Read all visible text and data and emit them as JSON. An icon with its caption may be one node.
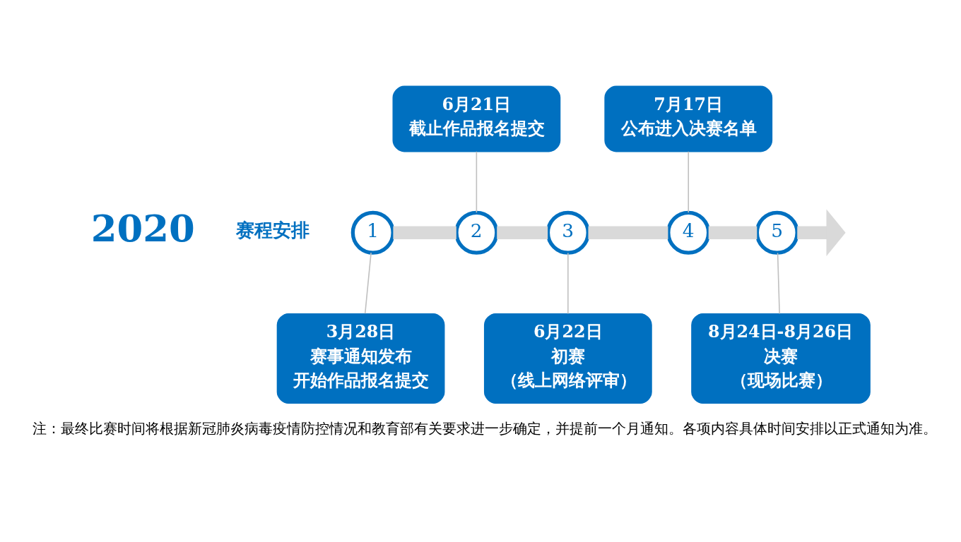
{
  "diagram": {
    "caption": "注：最终比赛时间将根据新冠肺炎病毒疫情防控情况和教育部有关要求进一步确定，并提前一个月通知。各项内容具体时间安排以正式通知为准。",
    "nodes": [
      {
        "text": [
          "1"
        ]
      },
      {
        "text": [
          "2"
        ]
      },
      {
        "text": [
          "3"
        ]
      },
      {
        "text": [
          "4"
        ]
      },
      {
        "text": [
          "5"
        ]
      },
      {
        "text": [
          "3月28日",
          "赛事通知发布",
          "开始作品报名提交"
        ]
      },
      {
        "text": [
          "6月21日",
          "截止作品报名提交"
        ]
      },
      {
        "text": [
          "6月22日",
          "初赛",
          "（线上网络评审）"
        ]
      },
      {
        "text": [
          "7月17日",
          "公布进入决赛名单"
        ]
      },
      {
        "text": [
          "8月24日-8月26日",
          "决赛",
          "（现场比赛）"
        ]
      }
    ],
    "edges": [
      {
        "from": 0,
        "to": 1,
        "arrow": "none",
        "style": "thick",
        "color": "#d9d9d9"
      },
      {
        "from": 1,
        "to": 2,
        "arrow": "none",
        "style": "thick",
        "color": "#d9d9d9"
      },
      {
        "from": 2,
        "to": 3,
        "arrow": "none",
        "style": "thick",
        "color": "#d9d9d9"
      },
      {
        "from": 3,
        "to": 4,
        "arrow": "none",
        "style": "thick",
        "color": "#d9d9d9"
      },
      {
        "from": 4,
        "to": null,
        "arrow": "to",
        "style": "thick",
        "color": "#d9d9d9"
      },
      {
        "from": 0,
        "to": 5,
        "arrow": "none"
      },
      {
        "from": 6,
        "to": 1,
        "arrow": "none"
      },
      {
        "from": 2,
        "to": 7,
        "arrow": "none"
      },
      {
        "from": 8,
        "to": 3,
        "arrow": "none"
      },
      {
        "from": 4,
        "to": 9,
        "arrow": "none"
      }
    ],
    "labels": [
      "2020",
      "赛程安排"
    ]
  }
}
